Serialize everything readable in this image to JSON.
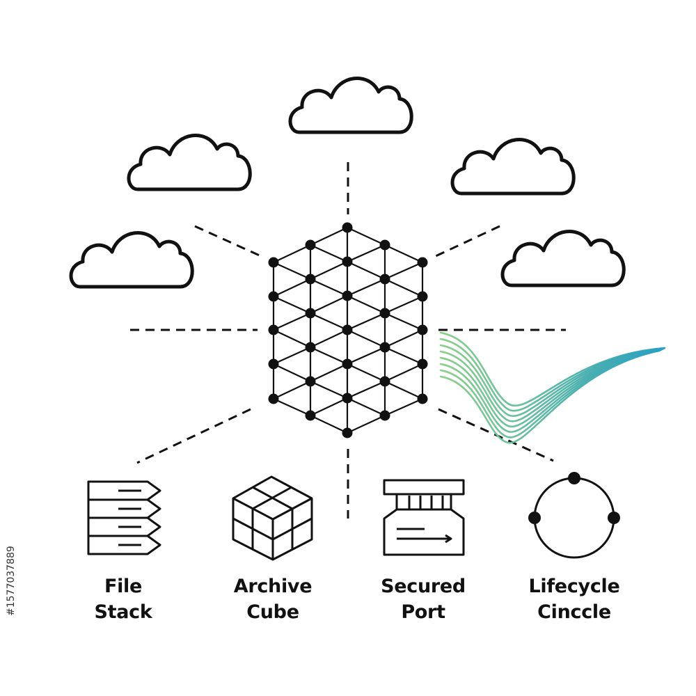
{
  "diagram": {
    "labels": [
      {
        "id": "file-stack",
        "line1": "File",
        "line2": "Stack"
      },
      {
        "id": "archive-cube",
        "line1": "Archive",
        "line2": "Cube"
      },
      {
        "id": "secured-port",
        "line1": "Secured",
        "line2": "Port"
      },
      {
        "id": "lifecycle-circle",
        "line1": "Lifecycle",
        "line2": "Cinccle"
      }
    ],
    "icons": [
      "cloud-icon",
      "cloud-icon",
      "cloud-icon",
      "cloud-icon",
      "cloud-icon",
      "mesh-hexagon-icon",
      "data-wave-icon",
      "file-stack-icon",
      "archive-cube-icon",
      "secured-port-icon",
      "lifecycle-circle-icon"
    ],
    "colors": {
      "stroke": "#111111",
      "wave_start": "#8ccf8a",
      "wave_end": "#2aa0c4"
    }
  },
  "watermark": {
    "text": "#1577037889"
  }
}
